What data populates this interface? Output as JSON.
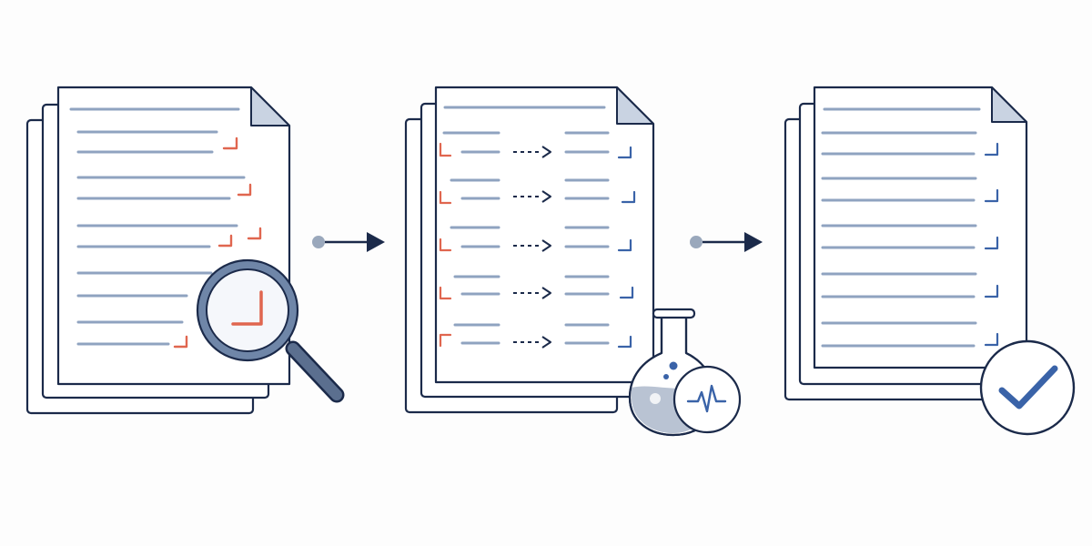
{
  "diagram": {
    "steps": [
      {
        "id": "inspect",
        "icon": "magnifier-icon",
        "line_markers": [
          "none",
          "red-bracket",
          "none",
          "red-bracket",
          "none",
          "red-bracket",
          "none",
          "none",
          "none",
          "red-bracket"
        ]
      },
      {
        "id": "test",
        "icon": "flask-icon",
        "badge_icon": "pulse-icon",
        "rows": 5
      },
      {
        "id": "verified",
        "icon": "check-icon",
        "line_markers": [
          "none",
          "blue-bracket",
          "none",
          "blue-bracket",
          "none",
          "blue-bracket",
          "none",
          "blue-bracket",
          "none",
          "blue-bracket"
        ]
      }
    ],
    "connectors": [
      "arrow-right-icon",
      "arrow-right-icon"
    ]
  },
  "colors": {
    "outline": "#1b2a4a",
    "line": "#8fa3c0",
    "red": "#e0664f",
    "blue": "#3a63a8",
    "fold": "#c9d3e2",
    "lens": "#f5f7fb",
    "lens_rim": "#6f86a8",
    "handle": "#5b6f8f",
    "flask_fill": "#b9c3d3",
    "dot": "#9aa8bc"
  }
}
